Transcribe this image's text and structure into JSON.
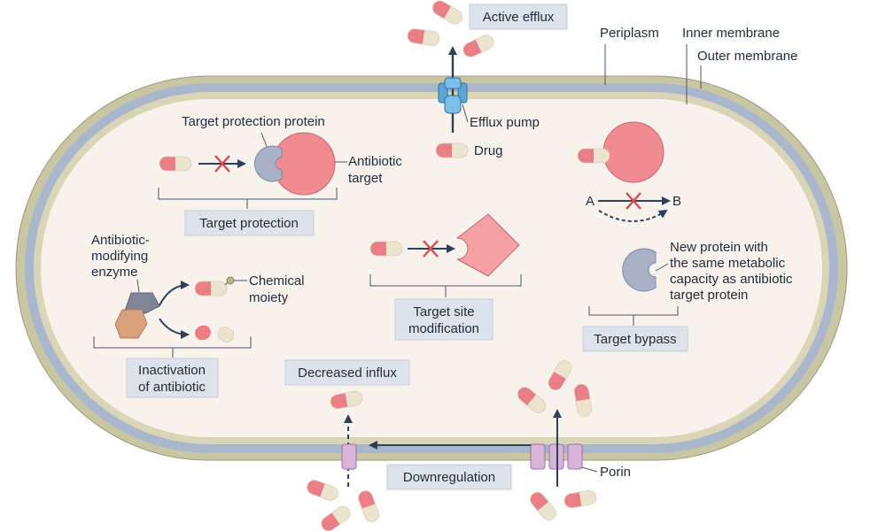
{
  "colors": {
    "outer_membrane": "#c9c6a4",
    "periplasm": "#aab6cc",
    "inner_membrane": "#d9d5b6",
    "cytoplasm": "#f7f3ec",
    "drug_red": "#ea7d86",
    "drug_cream": "#ece4cf",
    "target_pink": "#f08b92",
    "protection_gray": "#a9b1c7",
    "pump_blue": "#5aa6d6",
    "porin_purple": "#d7b4d8",
    "arrow_navy": "#2e3f5c",
    "cross_red": "#d6494f"
  },
  "labels": {
    "active_efflux": "Active efflux",
    "periplasm": "Periplasm",
    "inner_membrane": "Inner membrane",
    "outer_membrane": "Outer membrane",
    "efflux_pump": "Efflux pump",
    "drug": "Drug",
    "target_protection_protein": "Target protection protein",
    "antibiotic_target_line1": "Antibiotic",
    "antibiotic_target_line2": "target",
    "target_protection": "Target protection",
    "point_a": "A",
    "point_b": "B",
    "new_protein_line1": "New protein with",
    "new_protein_line2": "the same metabolic",
    "new_protein_line3": "capacity as antibiotic",
    "new_protein_line4": "target protein",
    "target_bypass": "Target bypass",
    "modifying_enzyme_line1": "Antibiotic-",
    "modifying_enzyme_line2": "modifying",
    "modifying_enzyme_line3": "enzyme",
    "chemical_moiety_line1": "Chemical",
    "chemical_moiety_line2": "moiety",
    "inactivation_line1": "Inactivation",
    "inactivation_line2": "of antibiotic",
    "target_site_line1": "Target site",
    "target_site_line2": "modification",
    "decreased_influx": "Decreased influx",
    "downregulation": "Downregulation",
    "porin": "Porin"
  }
}
